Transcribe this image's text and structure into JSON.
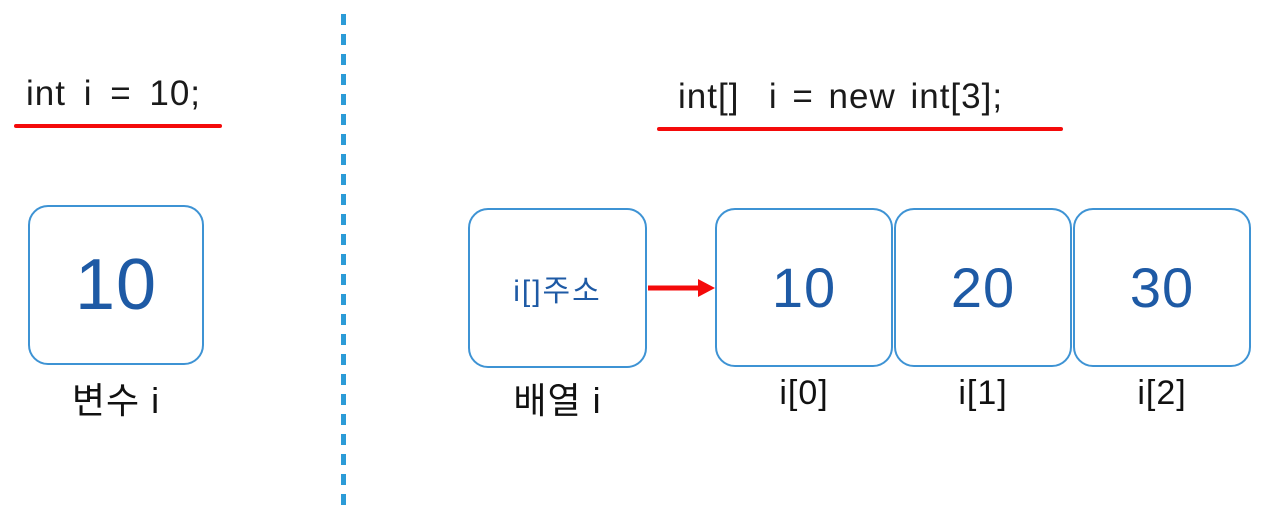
{
  "left_panel": {
    "code": "int i = 10;",
    "box": {
      "value": "10",
      "label": "변수 i"
    }
  },
  "right_panel": {
    "code": "int[]  i = new int[3];",
    "address_box": {
      "value": "i[]주소",
      "label": "배열 i"
    },
    "cells": [
      {
        "value": "10",
        "label": "i[0]"
      },
      {
        "value": "20",
        "label": "i[1]"
      },
      {
        "value": "30",
        "label": "i[2]"
      }
    ]
  },
  "icons": {
    "pointer_arrow": "red-right-arrow"
  },
  "colors": {
    "box_border_blue": "#3e93d4",
    "value_text_blue": "#1e5aa5",
    "code_text": "#1a1a1a",
    "underline_red": "#f40a0a",
    "arrow_red": "#f40a0a",
    "divider_dash_blue": "#2b9bd7",
    "background": "#ffffff"
  }
}
